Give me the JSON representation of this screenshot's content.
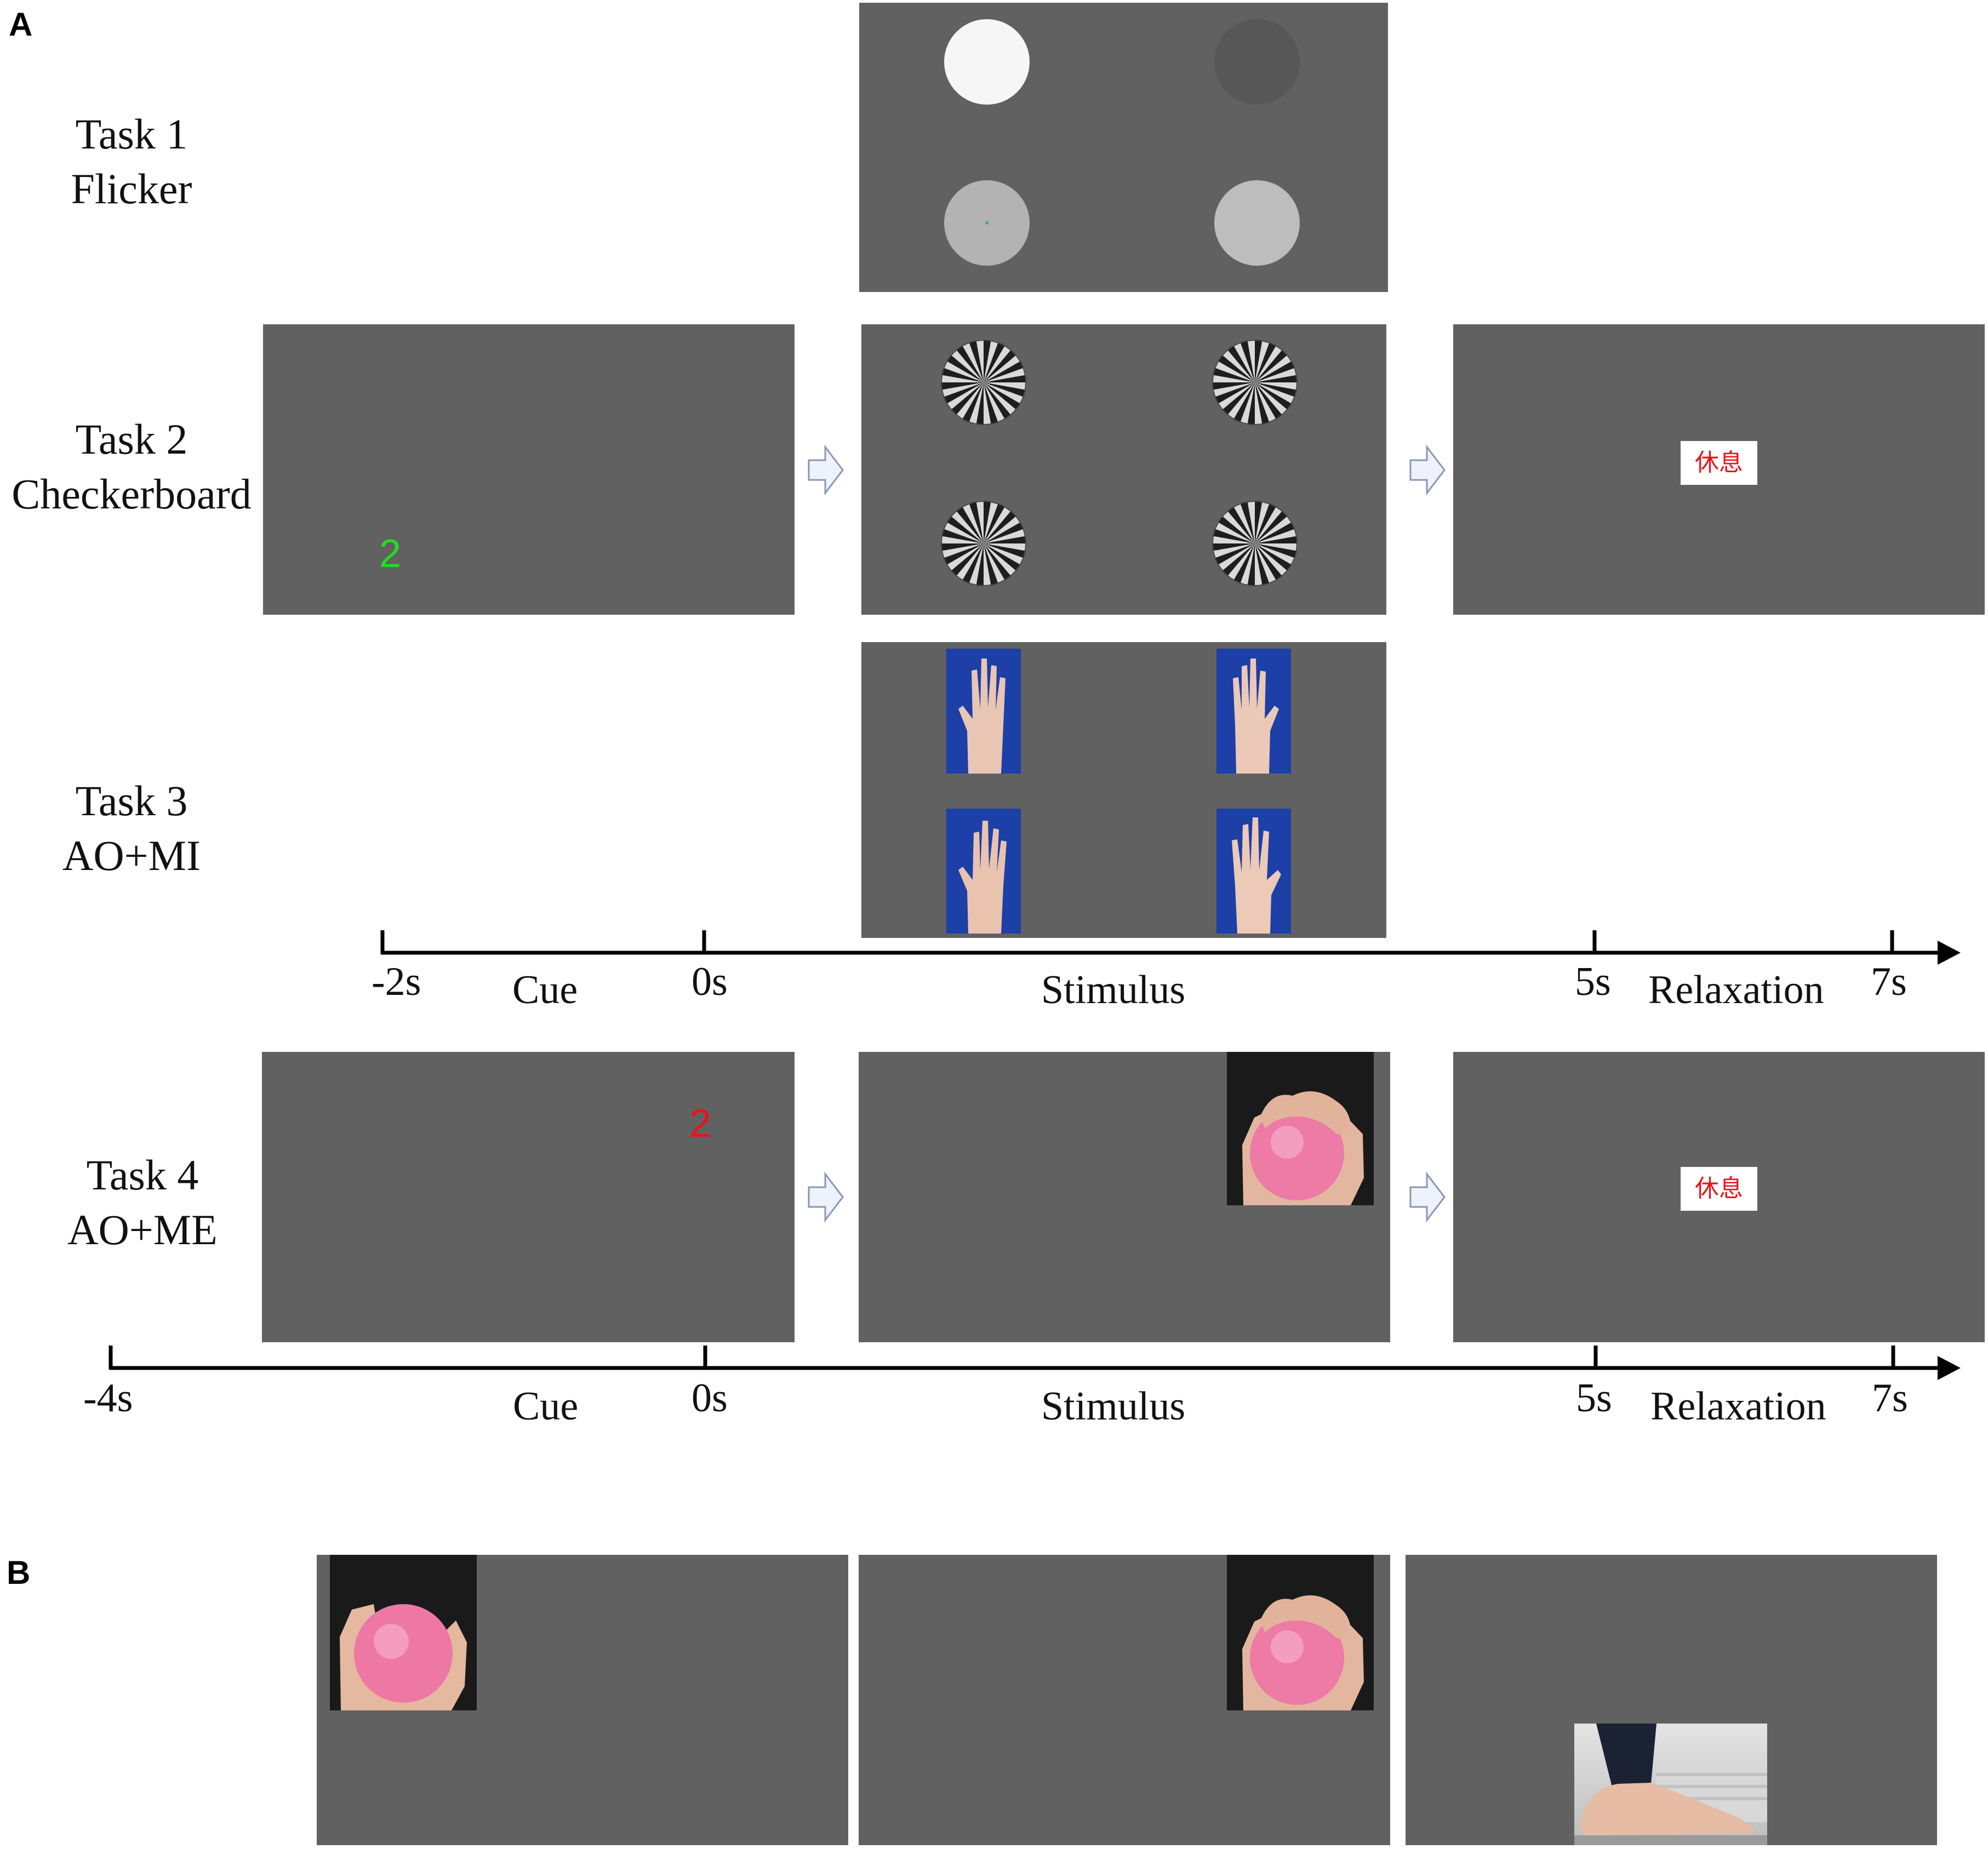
{
  "panel_a_label": "A",
  "panel_b_label": "B",
  "tasks": [
    {
      "line1": "Task 1",
      "line2": "Flicker"
    },
    {
      "line1": "Task 2",
      "line2": "Checkerboard"
    },
    {
      "line1": "Task 3",
      "line2": "AO+MI"
    },
    {
      "line1": "Task 4",
      "line2": "AO+ME"
    }
  ],
  "cue_digit_task2": "2",
  "cue_digit_task4": "2",
  "rest_text": "休息",
  "timeline1": {
    "ticks": [
      "-2s",
      "0s",
      "5s",
      "7s"
    ],
    "phases": [
      "Cue",
      "Stimulus",
      "Relaxation"
    ]
  },
  "timeline2": {
    "ticks": [
      "-4s",
      "0s",
      "5s",
      "7s"
    ],
    "phases": [
      "Cue",
      "Stimulus",
      "Relaxation"
    ]
  },
  "colors": {
    "screen": "#616161",
    "cue_green": "#22dd22",
    "cue_red": "#e8141b",
    "rest_text": "#e8141b"
  }
}
